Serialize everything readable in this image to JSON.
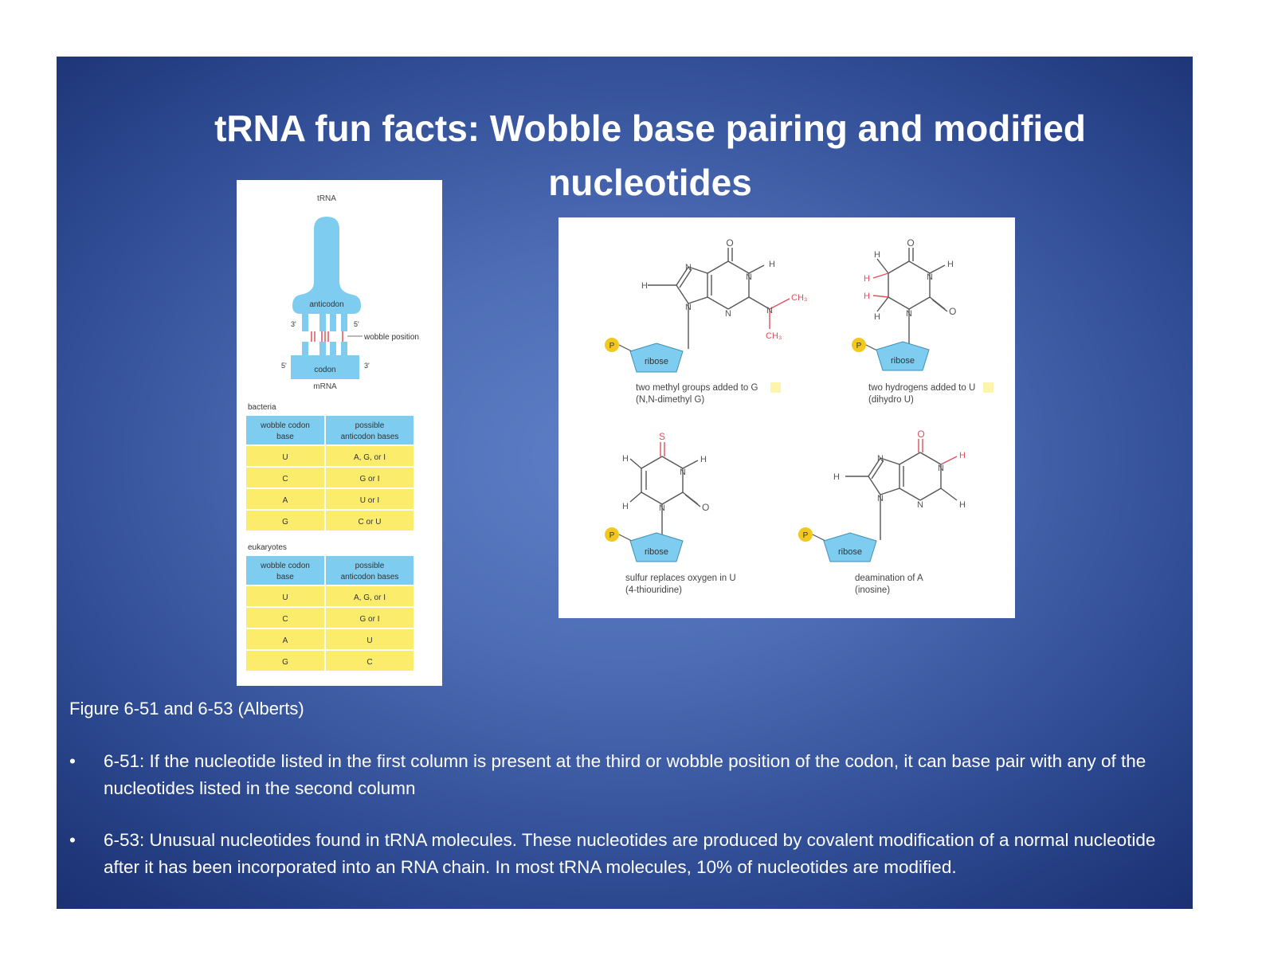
{
  "slide": {
    "title_line1": "tRNA fun facts: Wobble base pairing and modified",
    "title_line2": "nucleotides",
    "caption": "Figure 6-51 and 6-53 (Alberts)",
    "bullets": [
      {
        "marker": "•",
        "text": "6-51: If the nucleotide listed in the first column is present at the third or wobble position of the codon, it can base pair with any of the nucleotides listed in the second column"
      },
      {
        "marker": "•",
        "text": "6-53: Unusual nucleotides found in tRNA molecules.  These nucleotides are produced by covalent modification of a normal nucleotide after it has been incorporated into an RNA chain. In most tRNA molecules, 10% of nucleotides are modified."
      }
    ]
  },
  "figure_651": {
    "trna_label": "tRNA",
    "anticodon_label": "anticodon",
    "codon_label": "codon",
    "mrna_label": "mRNA",
    "three_prime": "3'",
    "five_prime": "5'",
    "wobble_label": "wobble position",
    "bacteria": {
      "label": "bacteria",
      "header_col1": [
        "wobble codon",
        "base"
      ],
      "header_col2": [
        "possible",
        "anticodon bases"
      ],
      "rows": [
        [
          "U",
          "A, G, or I"
        ],
        [
          "C",
          "G or I"
        ],
        [
          "A",
          "U or I"
        ],
        [
          "G",
          "C or U"
        ]
      ]
    },
    "eukaryotes": {
      "label": "eukaryotes",
      "header_col1": [
        "wobble codon",
        "base"
      ],
      "header_col2": [
        "possible",
        "anticodon bases"
      ],
      "rows": [
        [
          "U",
          "A, G, or I"
        ],
        [
          "C",
          "G or I"
        ],
        [
          "A",
          "U"
        ],
        [
          "G",
          "C"
        ]
      ]
    }
  },
  "figure_653": {
    "ribose_label": "ribose",
    "phosphate_label": "P",
    "atoms": {
      "N": "N",
      "H": "H",
      "O": "O",
      "S": "S",
      "CH3": "CH₃"
    },
    "panels": [
      {
        "desc_pre": "two methyl groups added ",
        "desc_hl": "to",
        "desc_post": " G",
        "sub": "(N,N-dimethyl G)"
      },
      {
        "desc_pre": "two hydrogens added ",
        "desc_hl": "to",
        "desc_post": " U",
        "sub": "(dihydro U)"
      },
      {
        "desc_pre": "sulfur replaces oxygen in U",
        "desc_hl": "",
        "desc_post": "",
        "sub": "(4-thiouridine)"
      },
      {
        "desc_pre": "deamination of A",
        "desc_hl": "",
        "desc_post": "",
        "sub": "(inosine)"
      }
    ]
  },
  "colors": {
    "trna_blue": "#7ecdf0",
    "table_yellow": "#fbec6b",
    "modified_red": "#e0505a",
    "phosphate_yellow": "#f2c81e"
  }
}
